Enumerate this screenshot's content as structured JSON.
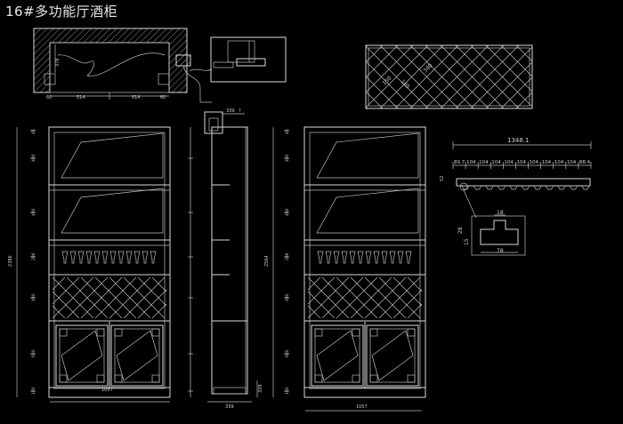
{
  "title": "16#多功能厅酒柜",
  "plan": {
    "d1": "514",
    "d2": "514",
    "d3": "378",
    "d4": "60",
    "d5": "60"
  },
  "section": {
    "width": "339",
    "top": "339",
    "bottom": "339"
  },
  "front_left": {
    "height": "2386",
    "width": "1057",
    "rows": [
      "45",
      "490",
      "490",
      "45",
      "490",
      "45",
      "296",
      "45",
      "490",
      "45",
      "600",
      "100"
    ]
  },
  "front_right": {
    "height": "2564",
    "width": "1057",
    "rows": [
      "45",
      "490",
      "490",
      "45",
      "490",
      "45",
      "296",
      "45",
      "490",
      "45",
      "600",
      "100"
    ]
  },
  "lattice": {
    "d1": "150",
    "d2": "165",
    "d3": "340"
  },
  "rack": {
    "total": "1348.1",
    "height": "52",
    "segments": [
      "89.7",
      "104",
      "104",
      "104",
      "104",
      "104",
      "104",
      "104",
      "104",
      "104",
      "88.4"
    ]
  },
  "detail": {
    "top": "18",
    "left1": "28",
    "left2": "15",
    "bottom": "78"
  }
}
